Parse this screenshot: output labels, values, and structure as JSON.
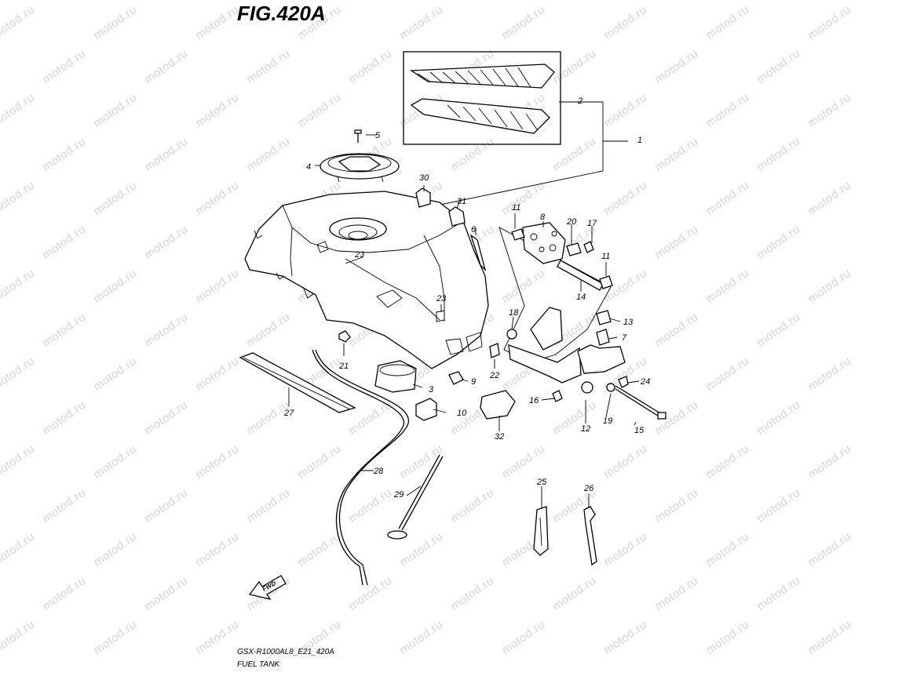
{
  "watermark": "motod.ru",
  "figure": {
    "title": "FIG.420A",
    "model_code": "GSX-R1000AL8_E21_420A",
    "caption": "FUEL TANK",
    "fwd_label": "FWD"
  },
  "callouts": [
    "1",
    "2",
    "3",
    "4",
    "5",
    "6",
    "7",
    "8",
    "9",
    "10",
    "11",
    "11",
    "12",
    "13",
    "14",
    "15",
    "16",
    "17",
    "18",
    "19",
    "20",
    "21",
    "22",
    "23",
    "23",
    "24",
    "25",
    "26",
    "27",
    "28",
    "29",
    "30",
    "31",
    "32"
  ]
}
